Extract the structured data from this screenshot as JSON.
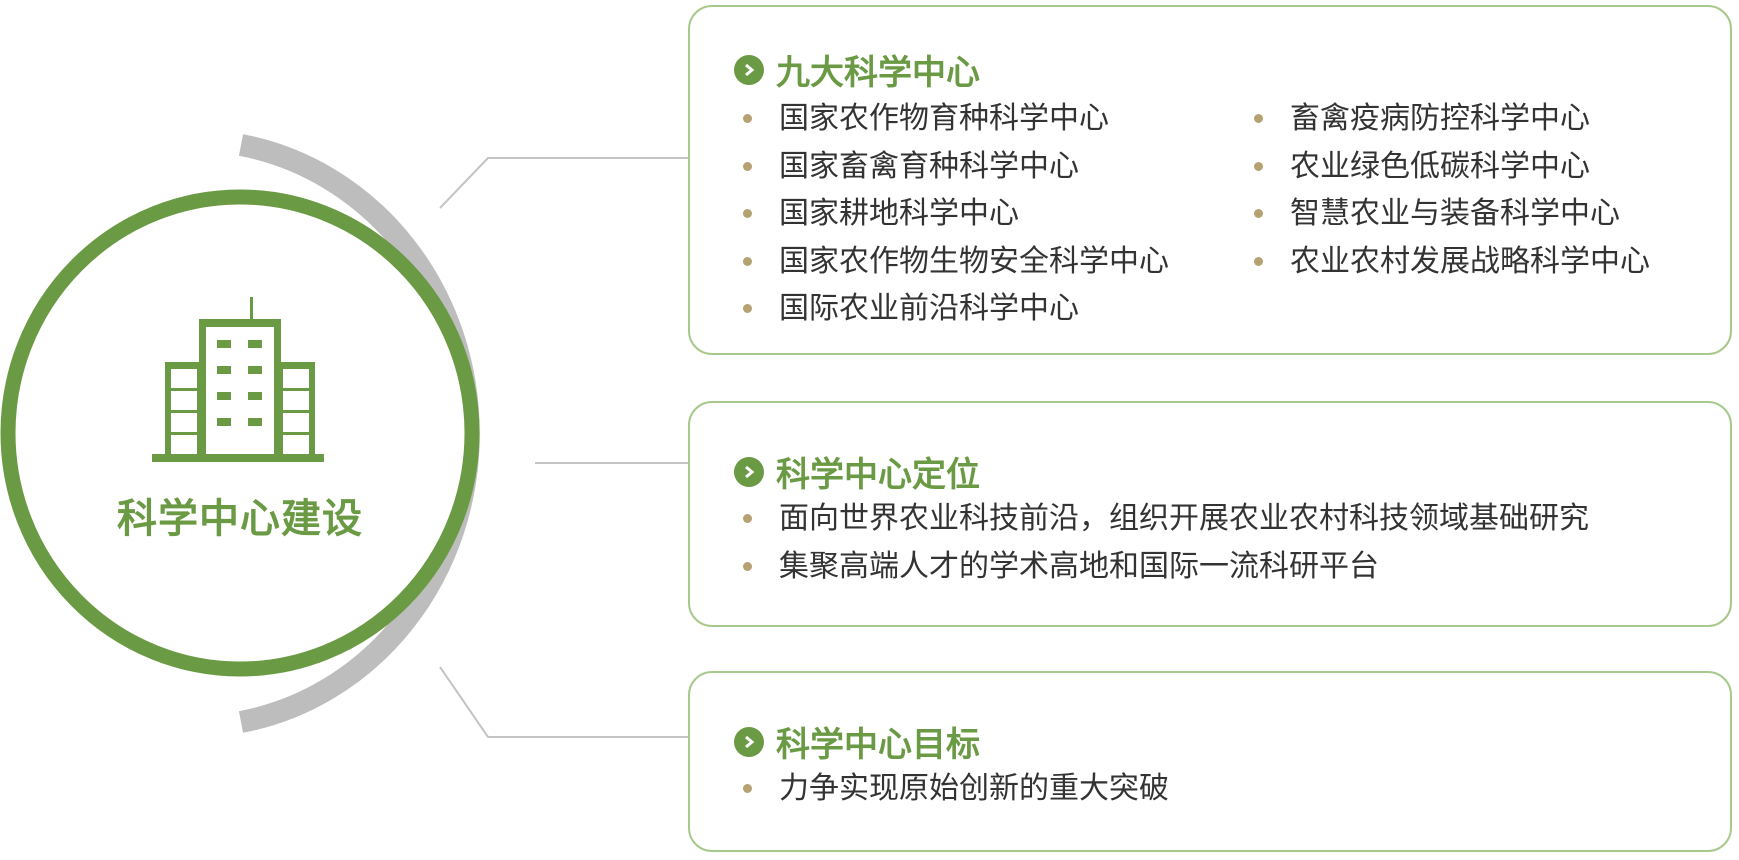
{
  "hub": {
    "label": "科学中心建设",
    "icon": "building-icon",
    "colors": {
      "ring": "#6b9a44",
      "arc": "#bdbdbd"
    }
  },
  "sections": [
    {
      "title": "九大科学中心",
      "icon": "chevron-circle-icon",
      "columns": [
        [
          "国家农作物育种科学中心",
          "国家畜禽育种科学中心",
          "国家耕地科学中心",
          "国家农作物生物安全科学中心",
          "国际农业前沿科学中心"
        ],
        [
          "畜禽疫病防控科学中心",
          "农业绿色低碳科学中心",
          "智慧农业与装备科学中心",
          "农业农村发展战略科学中心"
        ]
      ]
    },
    {
      "title": "科学中心定位",
      "icon": "chevron-circle-icon",
      "items": [
        "面向世界农业科技前沿，组织开展农业农村科技领域基础研究",
        "集聚高端人才的学术高地和国际一流科研平台"
      ]
    },
    {
      "title": "科学中心目标",
      "icon": "chevron-circle-icon",
      "items": [
        "力争实现原始创新的重大突破"
      ]
    }
  ],
  "colors": {
    "accent": "#6b9a44",
    "bullet": "#b5a272",
    "border": "#a8c98c",
    "text": "#333333",
    "connector": "#bdbdbd"
  }
}
